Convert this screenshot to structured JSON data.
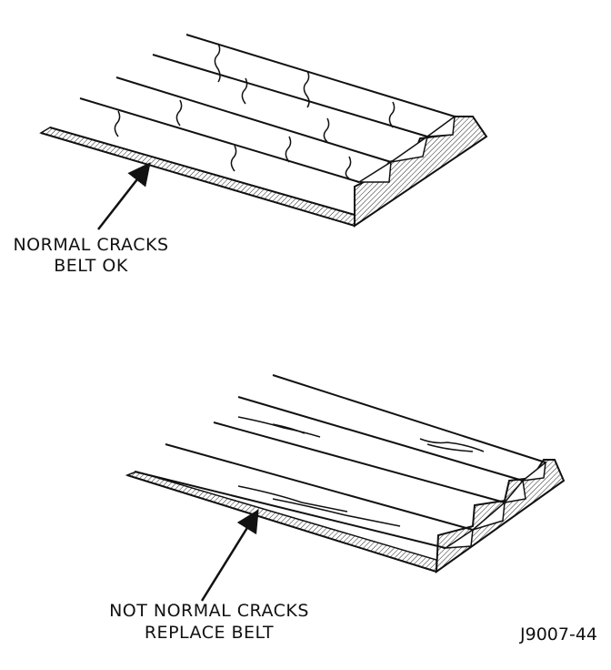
{
  "labels": {
    "normal_line1": "NORMAL CRACKS",
    "normal_line2": "BELT OK",
    "bad_line1": "NOT NORMAL CRACKS",
    "bad_line2": "REPLACE BELT",
    "figure_code": "J9007-44"
  },
  "colors": {
    "ink": "#111111",
    "background": "#ffffff"
  }
}
